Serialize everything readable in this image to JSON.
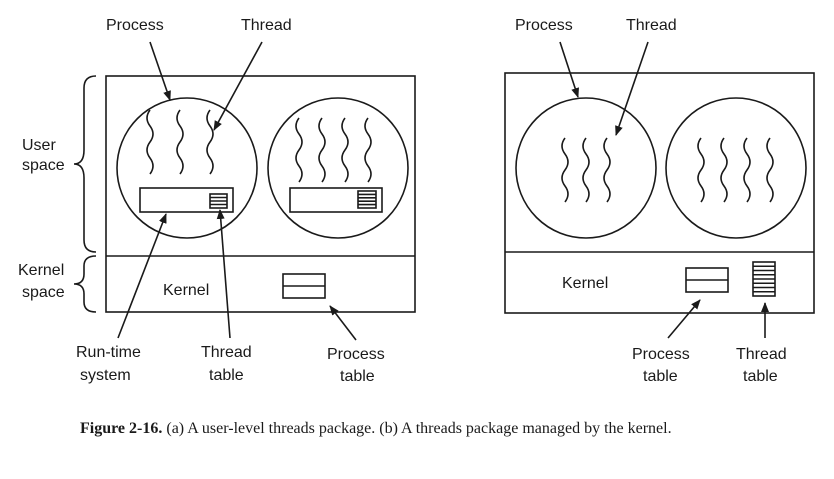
{
  "diagram_a": {
    "label_process": "Process",
    "label_thread": "Thread",
    "label_user": "User",
    "label_user_space": "space",
    "label_kernel": "Kernel",
    "label_kernel_space": "space",
    "kernel_text": "Kernel",
    "runtime_line1": "Run-time",
    "runtime_line2": "system",
    "thread_table_line1": "Thread",
    "thread_table_line2": "table",
    "process_table_line1": "Process",
    "process_table_line2": "table"
  },
  "diagram_b": {
    "label_process": "Process",
    "label_thread": "Thread",
    "kernel_text": "Kernel",
    "process_table_line1": "Process",
    "process_table_line2": "table",
    "thread_table_line1": "Thread",
    "thread_table_line2": "table"
  },
  "caption": {
    "figure_number": "Figure 2-16.",
    "text": " (a) A user-level threads package. (b) A threads package managed by the kernel."
  }
}
